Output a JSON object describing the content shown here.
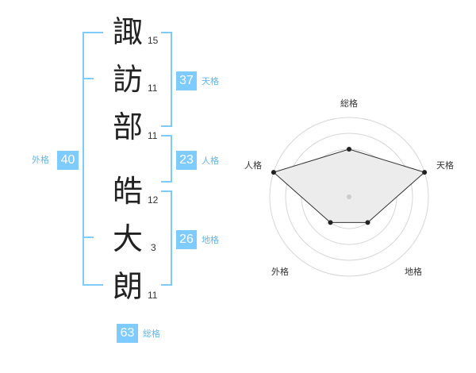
{
  "name": {
    "characters": [
      {
        "char": "諏",
        "strokes": "15"
      },
      {
        "char": "訪",
        "strokes": "11"
      },
      {
        "char": "部",
        "strokes": "11"
      },
      {
        "char": "皓",
        "strokes": "12"
      },
      {
        "char": "大",
        "strokes": "3"
      },
      {
        "char": "朗",
        "strokes": "11"
      }
    ]
  },
  "fortune": {
    "tenkaku": {
      "value": "37",
      "label": "天格"
    },
    "jinkaku": {
      "value": "23",
      "label": "人格"
    },
    "chikaku": {
      "value": "26",
      "label": "地格"
    },
    "gaikaku": {
      "value": "40",
      "label": "外格"
    },
    "soukaku": {
      "value": "63",
      "label": "総格"
    }
  },
  "colors": {
    "accent": "#7ecbff",
    "accent_text": "#5fb8f0",
    "radar_fill": "#ececec",
    "radar_line": "#333333"
  },
  "chart_data": {
    "type": "radar",
    "axes": [
      "総格",
      "天格",
      "地格",
      "外格",
      "人格"
    ],
    "values": [
      3,
      5,
      2,
      2,
      5
    ],
    "rmax": 5,
    "rings": [
      1,
      2,
      3,
      4,
      5
    ]
  }
}
